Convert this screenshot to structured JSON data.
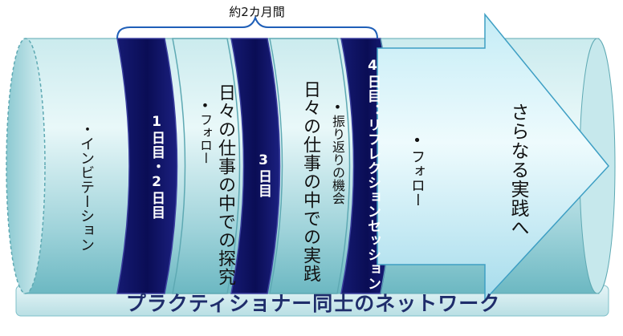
{
  "duration_label": "約2カ月間",
  "stages": {
    "invitation": "・インビテーション",
    "days_1_2": "1日目・2日目",
    "follow_1": "•フォロー",
    "explore": "日々の仕事の中での探究",
    "day_3": "3日目",
    "practice": "日々の仕事の中での実践",
    "reflection_opportunity": "•振り返りの機会",
    "day_4": "4日目：リフレクションセッション",
    "follow_2": "•フォロー",
    "further_practice": "さらなる実践へ"
  },
  "network_label": "プラクティショナー同士のネットワーク",
  "colors": {
    "teal_light": "#d8f0f2",
    "teal_mid": "#9ed3da",
    "teal_dark": "#5fb3bf",
    "navy": "#0d1060",
    "navy_edge": "#262a8a",
    "arrow_light": "#e4f7fb",
    "arrow_mid": "#b4e4f2"
  }
}
